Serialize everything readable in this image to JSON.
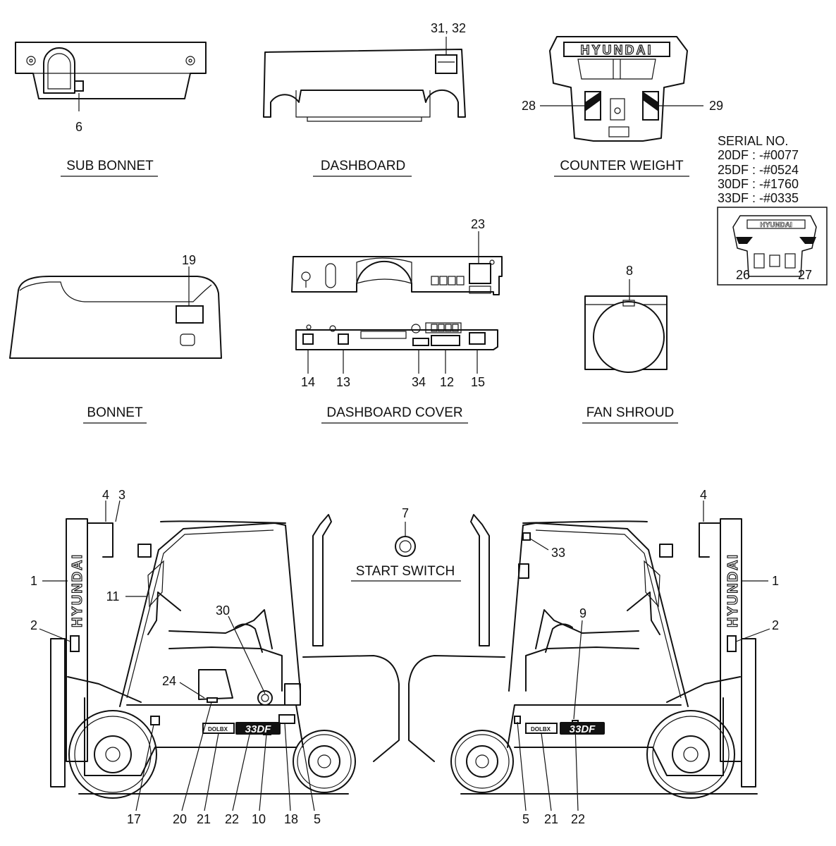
{
  "captions": {
    "sub_bonnet": "SUB BONNET",
    "dashboard": "DASHBOARD",
    "counter_weight": "COUNTER WEIGHT",
    "bonnet": "BONNET",
    "dashboard_cover": "DASHBOARD COVER",
    "fan_shroud": "FAN SHROUD",
    "start_switch": "START SWITCH"
  },
  "serial": {
    "title": "SERIAL NO.",
    "lines": [
      "20DF : -#0077",
      "25DF : -#0524",
      "30DF : -#1760",
      "33DF : -#0335"
    ]
  },
  "brand": {
    "name": "HYUNDAI",
    "model": "33DF",
    "series": "DOLBX"
  },
  "callouts": {
    "c6": "6",
    "c31_32": "31, 32",
    "c28": "28",
    "c29": "29",
    "c26": "26",
    "c27": "27",
    "c19": "19",
    "c23": "23",
    "c8": "8",
    "c14": "14",
    "c13": "13",
    "c34": "34",
    "c12": "12",
    "c15": "15",
    "c4l": "4",
    "c3": "3",
    "c7": "7",
    "c4r": "4",
    "c33": "33",
    "c1l": "1",
    "c1r": "1",
    "c11": "11",
    "c30": "30",
    "c9": "9",
    "c2l": "2",
    "c2r": "2",
    "c24": "24",
    "b17": "17",
    "b20": "20",
    "b21l": "21",
    "b22l": "22",
    "b10": "10",
    "b18": "18",
    "b5l": "5",
    "b5r": "5",
    "b21r": "21",
    "b22r": "22"
  }
}
